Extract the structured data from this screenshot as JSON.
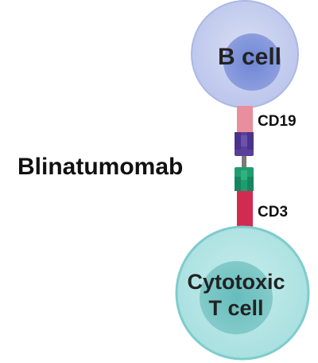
{
  "diagram": {
    "b_cell": {
      "label": "B cell",
      "outer_color": "#c9d2ef",
      "outer_stroke": "#aebbe6",
      "nucleus_color": "#7e92d8"
    },
    "t_cell": {
      "label_line1": "Cytotoxic",
      "label_line2": "T cell",
      "outer_color": "#b9e6e6",
      "outer_stroke": "#86cfd0",
      "nucleus_color": "#74c3c2"
    },
    "antigen_labels": {
      "cd19": "CD19",
      "cd3": "CD3"
    },
    "antibody_label": "Blinatumomab",
    "colors": {
      "cd19_receptor": "#e88e9d",
      "anti_cd19_domain": "#5a3f99",
      "anti_cd3_domain": "#1f9d6e",
      "cd3_receptor": "#d32a4f"
    }
  }
}
